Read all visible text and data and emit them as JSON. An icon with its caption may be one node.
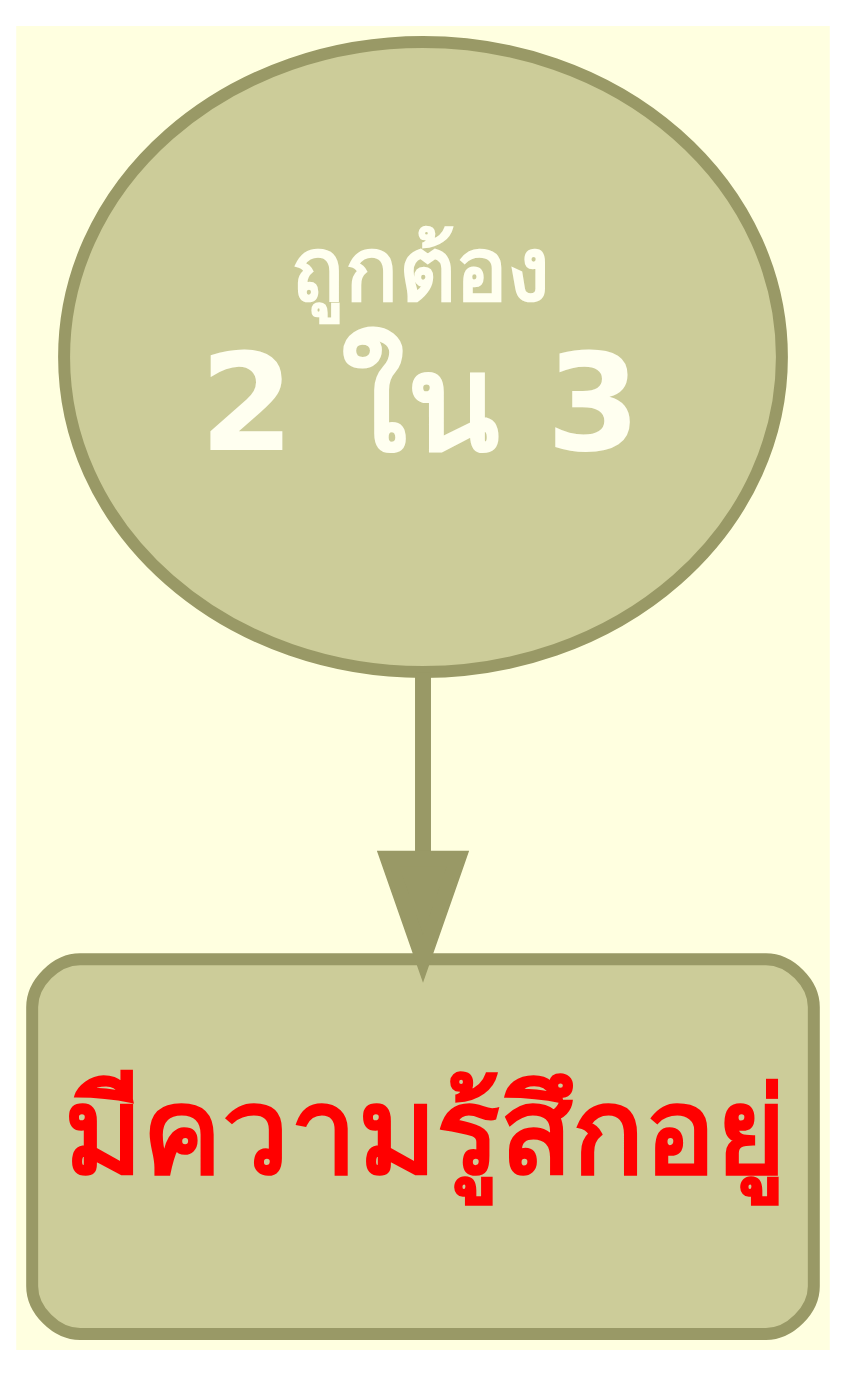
{
  "diagram": {
    "nodes": [
      {
        "text": [
          "ถูกต้อง",
          "2 ใน 3"
        ]
      },
      {
        "text": [
          "มีความรู้สึกอยู่"
        ]
      }
    ],
    "edges": [
      {
        "from": 0,
        "to": 1,
        "arrow": "to"
      }
    ]
  }
}
